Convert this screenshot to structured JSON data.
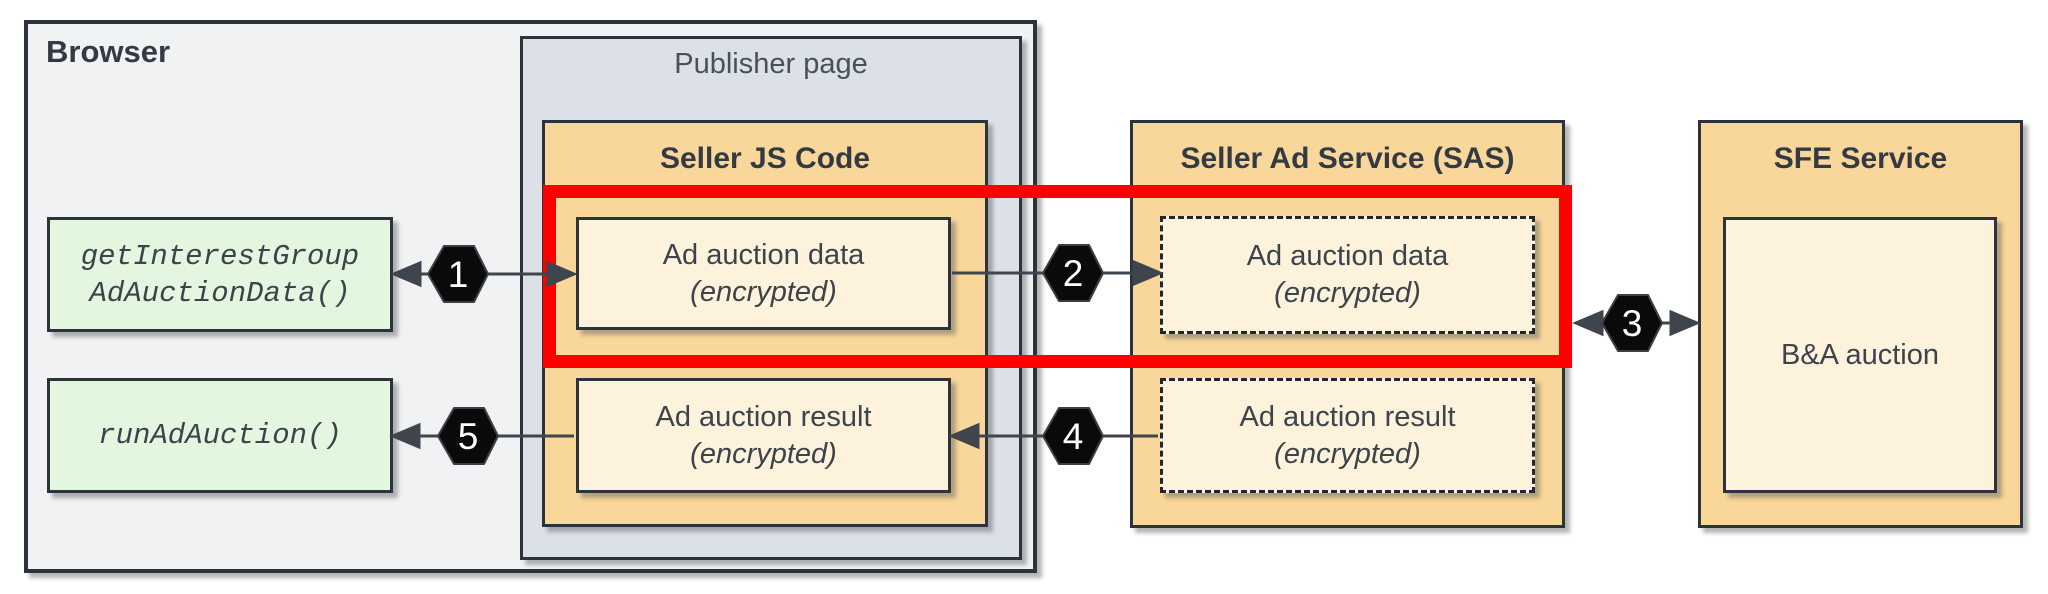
{
  "diagram": {
    "browser": {
      "label": "Browser"
    },
    "publisher": {
      "label": "Publisher page"
    },
    "seller_js": {
      "label": "Seller JS Code"
    },
    "sas": {
      "label": "Seller Ad Service (SAS)"
    },
    "sfe": {
      "label": "SFE Service"
    },
    "boxes": {
      "get_interest_group": {
        "line1": "getInterestGroup",
        "line2": "AdAuctionData()"
      },
      "run_ad_auction": {
        "label": "runAdAuction()"
      },
      "js_ad_auction_data": {
        "title": "Ad auction data",
        "subtitle": "(encrypted)"
      },
      "js_ad_auction_result": {
        "title": "Ad auction result",
        "subtitle": "(encrypted)"
      },
      "sas_ad_auction_data": {
        "title": "Ad auction data",
        "subtitle": "(encrypted)"
      },
      "sas_ad_auction_result": {
        "title": "Ad auction result",
        "subtitle": "(encrypted)"
      },
      "ba_auction": {
        "label": "B&A auction"
      }
    },
    "steps": {
      "s1": "1",
      "s2": "2",
      "s3": "3",
      "s4": "4",
      "s5": "5"
    },
    "colors": {
      "highlight_red": "#ff0000",
      "container_orange": "#f9d79b",
      "box_cream": "#fdf3dc",
      "box_green": "#e3f6df",
      "browser_gray": "#f0f2f4",
      "publisher_gray": "#dce1e7",
      "border_dark": "#2d333b",
      "arrow_dark": "#3f454c",
      "step_badge_black": "#0a0a0a"
    }
  }
}
